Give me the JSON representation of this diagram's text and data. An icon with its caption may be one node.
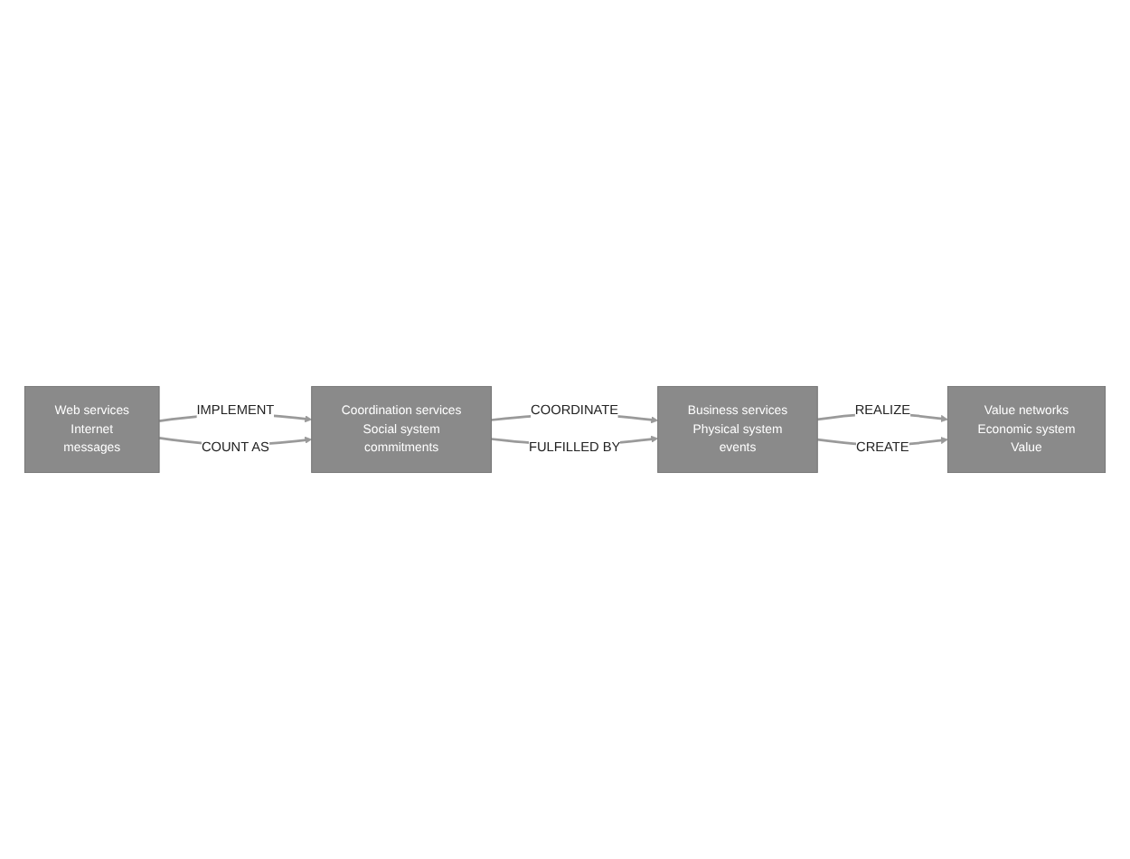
{
  "diagram": {
    "nodes": [
      {
        "text": [
          "Web services",
          "Internet",
          "messages"
        ]
      },
      {
        "text": [
          "Coordination services",
          "Social system",
          "commitments"
        ]
      },
      {
        "text": [
          "Business services",
          "Physical system",
          "events"
        ]
      },
      {
        "text": [
          "Value networks",
          "Economic system",
          "Value"
        ]
      }
    ],
    "edges": [
      {
        "from": 0,
        "to": 1,
        "arrow": "to",
        "label": "IMPLEMENT"
      },
      {
        "from": 1,
        "to": 2,
        "arrow": "to",
        "label": "COORDINATE"
      },
      {
        "from": 2,
        "to": 3,
        "arrow": "to",
        "label": "REALIZE"
      },
      {
        "from": 0,
        "to": 1,
        "arrow": "to",
        "label": "COUNT  AS"
      },
      {
        "from": 1,
        "to": 2,
        "arrow": "to",
        "label": "FULFILLED BY"
      },
      {
        "from": 2,
        "to": 3,
        "arrow": "to",
        "label": "CREATE"
      }
    ]
  }
}
